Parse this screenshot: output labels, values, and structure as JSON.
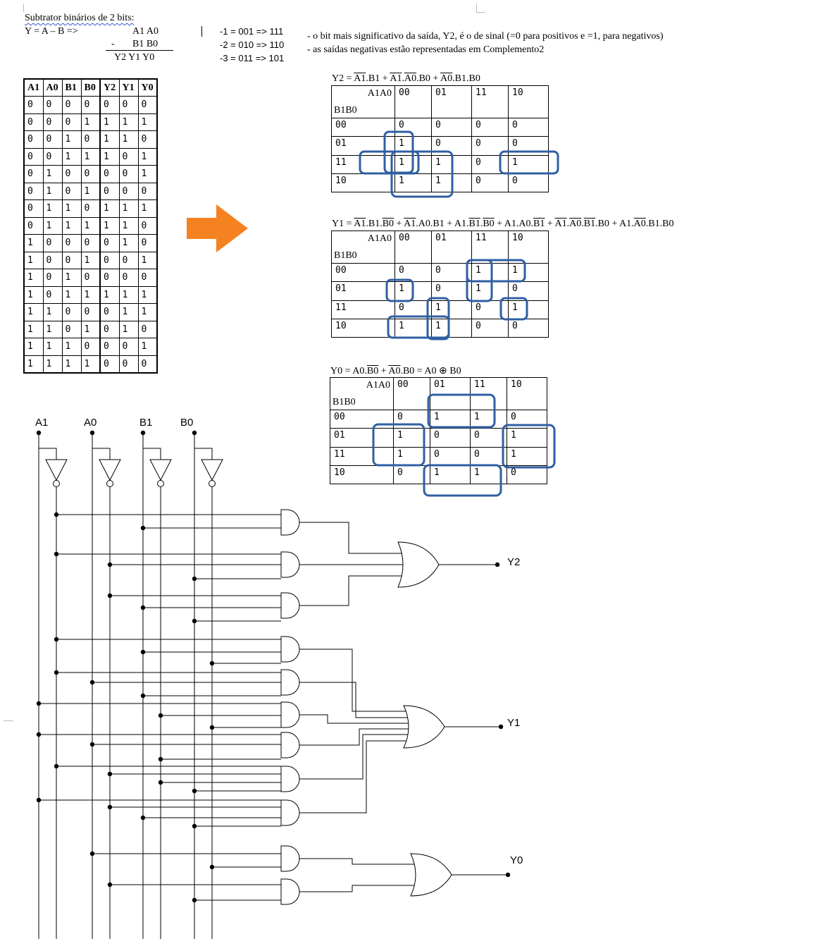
{
  "header": {
    "title": "Subtrator binários de 2 bits:",
    "equation": "Y = A – B  =>",
    "op_row1": "A1  A0",
    "op_minus": "-",
    "op_row2": "B1  B0",
    "op_row3": "Y2  Y1  Y0",
    "neg1": "-1 = 001 => 111",
    "neg2": "-2 = 010 => 110",
    "neg3": "-3 = 011 =>  101",
    "note1": "- o bit mais significativo da saída, Y2, é o de sinal (=0 para positivos e =1, para negativos)",
    "note2": "- as saídas negativas estão representadas em Complemento2"
  },
  "truth_table": {
    "headers": [
      "A1",
      "A0",
      "B1",
      "B0",
      "Y2",
      "Y1",
      "Y0"
    ],
    "rows": [
      [
        "0",
        "0",
        "0",
        "0",
        "0",
        "0",
        "0"
      ],
      [
        "0",
        "0",
        "0",
        "1",
        "1",
        "1",
        "1"
      ],
      [
        "0",
        "0",
        "1",
        "0",
        "1",
        "1",
        "0"
      ],
      [
        "0",
        "0",
        "1",
        "1",
        "1",
        "0",
        "1"
      ],
      [
        "0",
        "1",
        "0",
        "0",
        "0",
        "0",
        "1"
      ],
      [
        "0",
        "1",
        "0",
        "1",
        "0",
        "0",
        "0"
      ],
      [
        "0",
        "1",
        "1",
        "0",
        "1",
        "1",
        "1"
      ],
      [
        "0",
        "1",
        "1",
        "1",
        "1",
        "1",
        "0"
      ],
      [
        "1",
        "0",
        "0",
        "0",
        "0",
        "1",
        "0"
      ],
      [
        "1",
        "0",
        "0",
        "1",
        "0",
        "0",
        "1"
      ],
      [
        "1",
        "0",
        "1",
        "0",
        "0",
        "0",
        "0"
      ],
      [
        "1",
        "0",
        "1",
        "1",
        "1",
        "1",
        "1"
      ],
      [
        "1",
        "1",
        "0",
        "0",
        "0",
        "1",
        "1"
      ],
      [
        "1",
        "1",
        "0",
        "1",
        "0",
        "1",
        "0"
      ],
      [
        "1",
        "1",
        "1",
        "0",
        "0",
        "0",
        "1"
      ],
      [
        "1",
        "1",
        "1",
        "1",
        "0",
        "0",
        "0"
      ]
    ]
  },
  "kmaps": [
    {
      "id": "y2",
      "corner_top": "A1A0",
      "corner_bottom": "B1B0",
      "cols": [
        "00",
        "01",
        "11",
        "10"
      ],
      "row_labels": [
        "00",
        "01",
        "11",
        "10"
      ],
      "cells": [
        [
          "0",
          "0",
          "0",
          "0"
        ],
        [
          "1",
          "0",
          "0",
          "0"
        ],
        [
          "1",
          "1",
          "0",
          "1"
        ],
        [
          "1",
          "1",
          "0",
          "0"
        ]
      ]
    },
    {
      "id": "y1",
      "corner_top": "A1A0",
      "corner_bottom": "B1B0",
      "cols": [
        "00",
        "01",
        "11",
        "10"
      ],
      "row_labels": [
        "00",
        "01",
        "11",
        "10"
      ],
      "cells": [
        [
          "0",
          "0",
          "1",
          "1"
        ],
        [
          "1",
          "0",
          "1",
          "0"
        ],
        [
          "0",
          "1",
          "0",
          "1"
        ],
        [
          "1",
          "1",
          "0",
          "0"
        ]
      ]
    },
    {
      "id": "y0",
      "corner_top": "A1A0",
      "corner_bottom": "B1B0",
      "cols": [
        "00",
        "01",
        "11",
        "10"
      ],
      "row_labels": [
        "00",
        "01",
        "11",
        "10"
      ],
      "cells": [
        [
          "0",
          "1",
          "1",
          "0"
        ],
        [
          "1",
          "0",
          "0",
          "1"
        ],
        [
          "1",
          "0",
          "0",
          "1"
        ],
        [
          "0",
          "1",
          "1",
          "0"
        ]
      ]
    }
  ],
  "equations": {
    "y2": {
      "lhs": "Y2 = ",
      "parts": [
        {
          "t": "A1",
          "ol": true
        },
        {
          "t": ".B1 + "
        },
        {
          "t": "A1",
          "ol": true
        },
        {
          "t": "."
        },
        {
          "t": "A0",
          "ol": true
        },
        {
          "t": ".B0 + "
        },
        {
          "t": "A0",
          "ol": true
        },
        {
          "t": ".B1.B0"
        }
      ]
    },
    "y1": {
      "lhs": "Y1 = ",
      "parts": [
        {
          "t": "A1",
          "ol": true
        },
        {
          "t": ".B1."
        },
        {
          "t": "B0",
          "ol": true
        },
        {
          "t": " +  "
        },
        {
          "t": "A1",
          "ol": true
        },
        {
          "t": ".A0.B1 + A1."
        },
        {
          "t": "B1",
          "ol": true
        },
        {
          "t": "."
        },
        {
          "t": "B0",
          "ol": true
        },
        {
          "t": " + A1.A0."
        },
        {
          "t": "B1",
          "ol": true
        },
        {
          "t": " + "
        },
        {
          "t": "A1",
          "ol": true
        },
        {
          "t": "."
        },
        {
          "t": "A0",
          "ol": true
        },
        {
          "t": "."
        },
        {
          "t": "B1",
          "ol": true
        },
        {
          "t": ".B0 +  A1."
        },
        {
          "t": "A0",
          "ol": true
        },
        {
          "t": ".B1.B0"
        }
      ]
    },
    "y0": {
      "lhs": "Y0 = ",
      "parts": [
        {
          "t": "A0."
        },
        {
          "t": "B0",
          "ol": true
        },
        {
          "t": " +  "
        },
        {
          "t": "A0",
          "ol": true
        },
        {
          "t": ".B0  = A0 ⊕ B0"
        }
      ]
    }
  },
  "circuit": {
    "inputs": [
      "A1",
      "A0",
      "B1",
      "B0"
    ],
    "outputs": [
      "Y2",
      "Y1",
      "Y0"
    ]
  },
  "colors": {
    "group_outline": "#2f5fa3",
    "arrow": "#f58220"
  }
}
